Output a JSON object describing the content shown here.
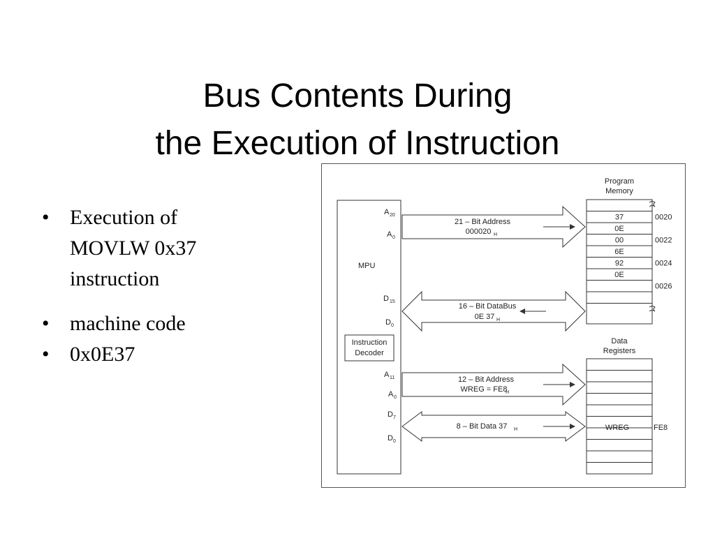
{
  "title": {
    "line1": "Bus Contents During",
    "line2": "the Execution of Instruction"
  },
  "bullets": [
    "Execution of\nMOVLW 0x37\ninstruction",
    "machine code",
    "0x0E37"
  ],
  "diagram": {
    "mpu_label": "MPU",
    "decoder_label_1": "Instruction",
    "decoder_label_2": "Decoder",
    "pins": {
      "a20": "A",
      "a20_sub": "20",
      "a0": "A",
      "a0_sub": "0",
      "d15": "D",
      "d15_sub": "15",
      "d0": "D",
      "d0_sub": "0",
      "a11": "A",
      "a11_sub": "11",
      "a0b": "A",
      "a0b_sub": "0",
      "d7": "D",
      "d7_sub": "7",
      "d0b": "D",
      "d0b_sub": "0"
    },
    "buses": {
      "prog_addr_1": "21 – Bit Address",
      "prog_addr_2": "000020",
      "prog_addr_2_sub": "H",
      "prog_data_1": "16 – Bit DataBus",
      "prog_data_2": "0E 37",
      "prog_data_2_sub": "H",
      "data_addr_1": "12 – Bit Address",
      "data_addr_2": "WREG = FE8",
      "data_addr_2_sub": "H",
      "data_data_1": "8 – Bit Data 37",
      "data_data_1_sub": "H"
    },
    "program_memory": {
      "title_1": "Program",
      "title_2": "Memory",
      "cells": [
        "",
        "37",
        "0E",
        "00",
        "6E",
        "92",
        "0E",
        "",
        "",
        ""
      ],
      "addresses": [
        "0020",
        "0022",
        "0024",
        "0026"
      ]
    },
    "data_registers": {
      "title_1": "Data",
      "title_2": "Registers",
      "wreg_label": "WREG",
      "wreg_address": "FE8"
    }
  }
}
